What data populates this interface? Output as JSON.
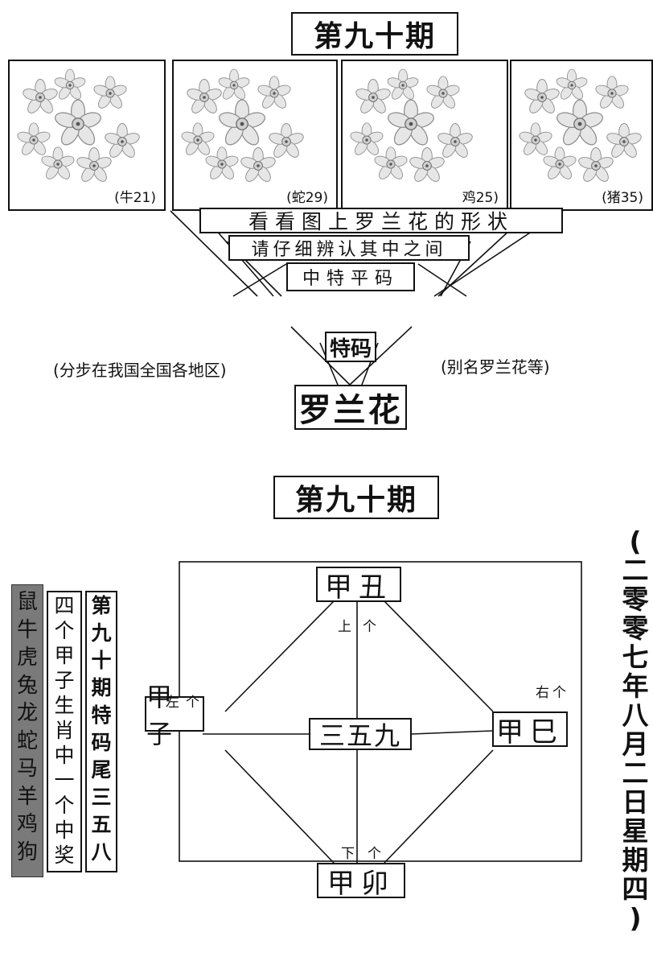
{
  "top": {
    "title": "第九十期",
    "panels": [
      {
        "caption": "(牛21)"
      },
      {
        "caption": "(蛇29)"
      },
      {
        "caption": "鸡25)"
      },
      {
        "caption": "(猪35)"
      }
    ],
    "line1": "看看图上罗兰花的形状",
    "line2": "请仔细辨认其中之间",
    "line3": "中特平码",
    "tema": "特码",
    "answer": "罗兰花",
    "note_left": "(分步在我国全国各地区)",
    "note_right": "(别名罗兰花等)",
    "flower_icon": "narcissus-flower-cluster"
  },
  "bottom": {
    "title": "第九十期",
    "zodiac_col": [
      "鼠",
      "牛",
      "虎",
      "兔",
      "龙",
      "蛇",
      "马",
      "羊",
      "鸡",
      "狗"
    ],
    "jiazi_col": [
      "四",
      "个",
      "甲",
      "子",
      "生",
      "肖",
      "中",
      "一",
      "个",
      "中",
      "奖"
    ],
    "tema_col": [
      "第",
      "九",
      "十",
      "期",
      "特",
      "码",
      "尾",
      "三",
      "五",
      "八"
    ],
    "date_col": [
      "(",
      "二",
      "零",
      "零",
      "七",
      "年",
      "八",
      "月",
      "二",
      "日",
      "星",
      "期",
      "四",
      ")"
    ],
    "diagram": {
      "top": "甲丑",
      "left": "甲子",
      "right": "甲巳",
      "bottom": "甲卯",
      "center": "三五九",
      "label_up": "上个",
      "label_down": "下个",
      "label_left": "左个",
      "label_right": "右个"
    },
    "colors": {
      "dark_column_bg": "#7a7a7a",
      "ink": "#111111"
    }
  }
}
